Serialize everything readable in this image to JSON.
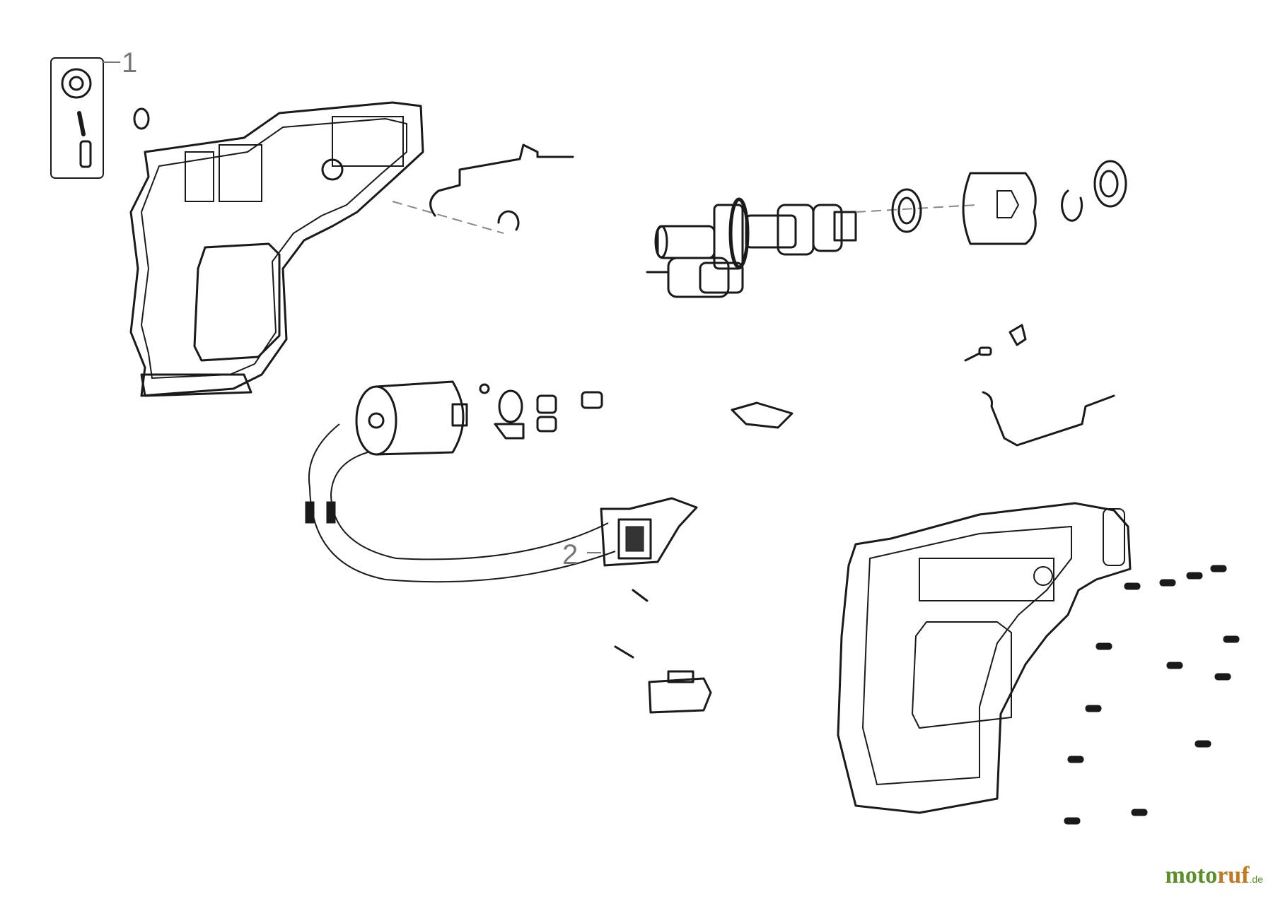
{
  "callouts": [
    {
      "id": "1",
      "label": "1"
    },
    {
      "id": "2",
      "label": "2"
    }
  ],
  "watermark": {
    "part1": "moto",
    "part2": "ruf",
    "tld": ".de"
  },
  "colors": {
    "line": "#1a1a1a",
    "callout": "#777777",
    "watermark_green": "#5a8f2a",
    "watermark_orange": "#c47a1c"
  }
}
